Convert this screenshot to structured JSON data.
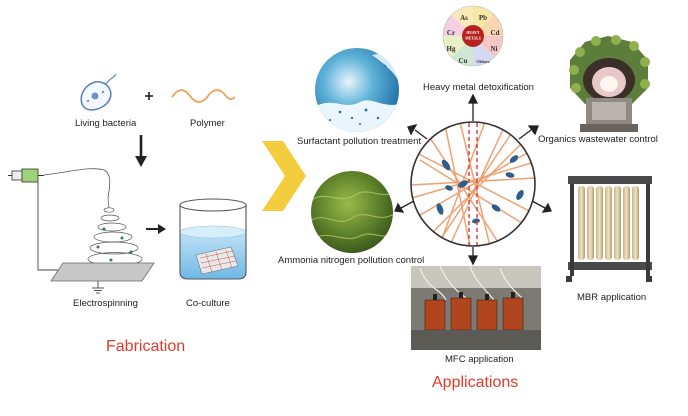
{
  "fabrication": {
    "living_bacteria": "Living bacteria",
    "plus": "+",
    "polymer": "Polymer",
    "electrospinning": "Electrospinning",
    "co_culture": "Co-culture",
    "title": "Fabrication"
  },
  "applications": {
    "title": "Applications",
    "heavy_metal": "Heavy metal detoxification",
    "surfactant": "Surfactant pollution treatment",
    "organics": "Organics wastewater control",
    "ammonia": "Ammonia nitrogen pollution control",
    "mbr": "MBR application",
    "mfc": "MFC application"
  },
  "heavy_metal_wheel": {
    "center_line1": "HEAVY",
    "center_line2": "METALS",
    "segments": [
      {
        "label": "As",
        "color": "#f7e7a6"
      },
      {
        "label": "Pb",
        "color": "#f8d7b0"
      },
      {
        "label": "Cd",
        "color": "#f5c6c6"
      },
      {
        "label": "Ni",
        "color": "#d6d9f2"
      },
      {
        "label": "Others",
        "color": "#cfe8d4"
      },
      {
        "label": "Cu",
        "color": "#e8f0c8"
      },
      {
        "label": "Hg",
        "color": "#f5d0e2"
      },
      {
        "label": "Cr",
        "color": "#fbe9b8"
      }
    ]
  },
  "colors": {
    "title_red": "#e03a2a",
    "fiber": "#f0a070",
    "bacteria": "#2e5f8a",
    "chevron": "#f4cd3e"
  }
}
